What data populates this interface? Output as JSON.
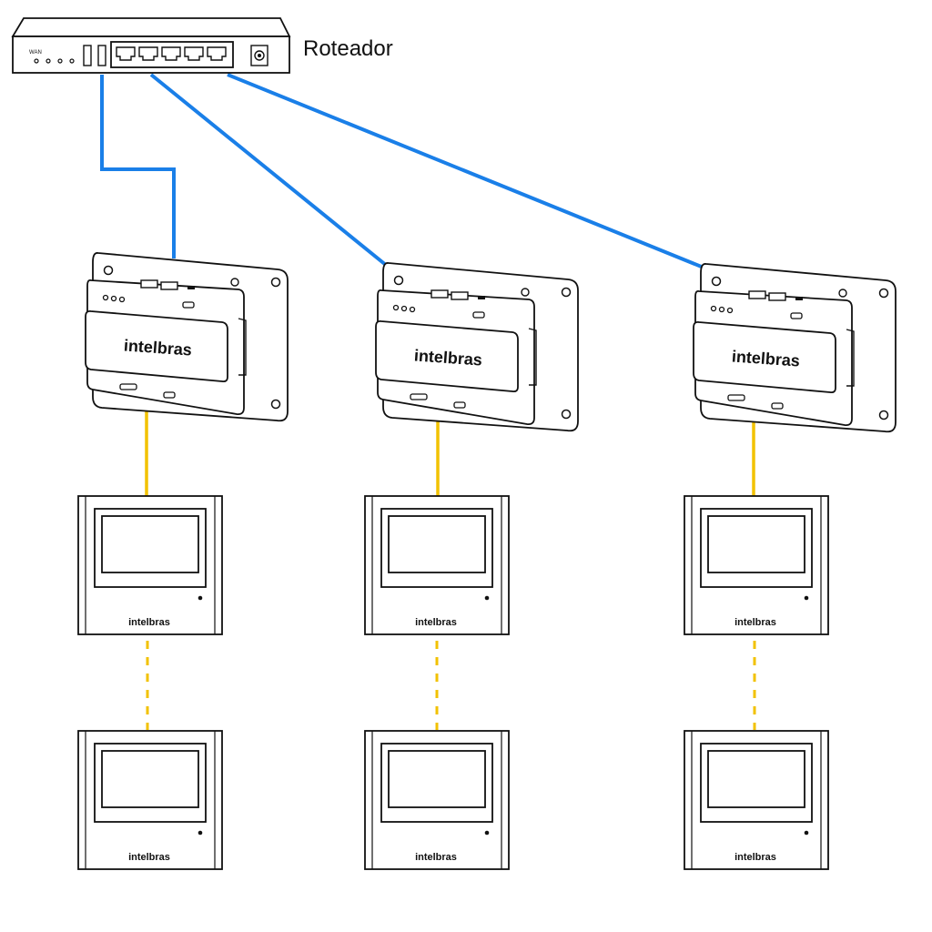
{
  "router": {
    "label": "Roteador",
    "wan_label": "WAN",
    "icon": "router-icon"
  },
  "hubs": [
    {
      "brand": "intelbras",
      "icon": "network-hub-icon"
    },
    {
      "brand": "intelbras",
      "icon": "network-hub-icon"
    },
    {
      "brand": "intelbras",
      "icon": "network-hub-icon"
    }
  ],
  "monitors": [
    {
      "brand": "intelbras",
      "icon": "video-monitor-icon"
    },
    {
      "brand": "intelbras",
      "icon": "video-monitor-icon"
    },
    {
      "brand": "intelbras",
      "icon": "video-monitor-icon"
    },
    {
      "brand": "intelbras",
      "icon": "video-monitor-icon"
    },
    {
      "brand": "intelbras",
      "icon": "video-monitor-icon"
    },
    {
      "brand": "intelbras",
      "icon": "video-monitor-icon"
    }
  ],
  "colors": {
    "network_cable": "#1a7fe8",
    "bus_cable": "#f2c200",
    "outline": "#111111"
  }
}
